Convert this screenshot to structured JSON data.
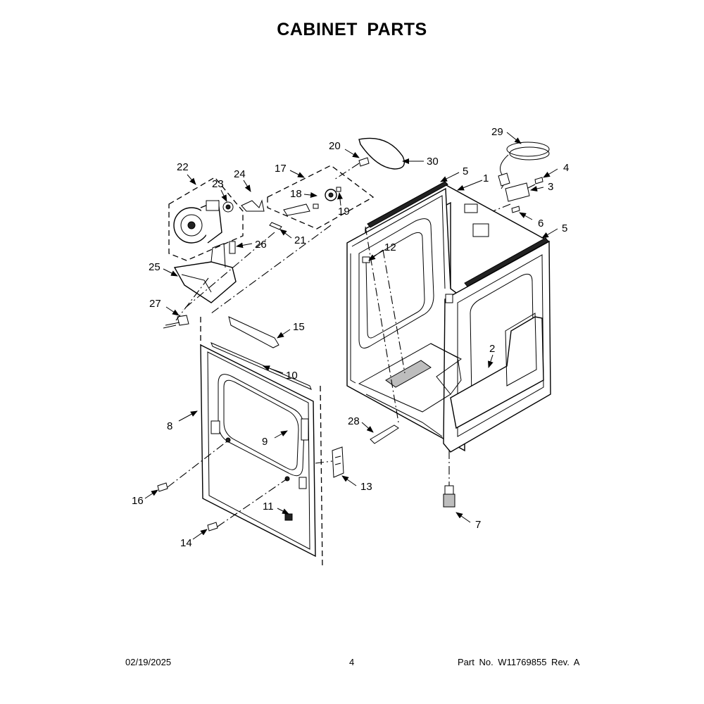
{
  "title": "CABINET PARTS",
  "footer": {
    "date": "02/19/2025",
    "page": "4",
    "part_number": "Part No.  W11769855  Rev.  A"
  },
  "callouts": [
    "1",
    "2",
    "3",
    "4",
    "5",
    "5",
    "6",
    "7",
    "8",
    "9",
    "10",
    "11",
    "12",
    "13",
    "14",
    "15",
    "16",
    "17",
    "18",
    "19",
    "20",
    "21",
    "22",
    "23",
    "24",
    "25",
    "26",
    "27",
    "28",
    "29",
    "30"
  ]
}
